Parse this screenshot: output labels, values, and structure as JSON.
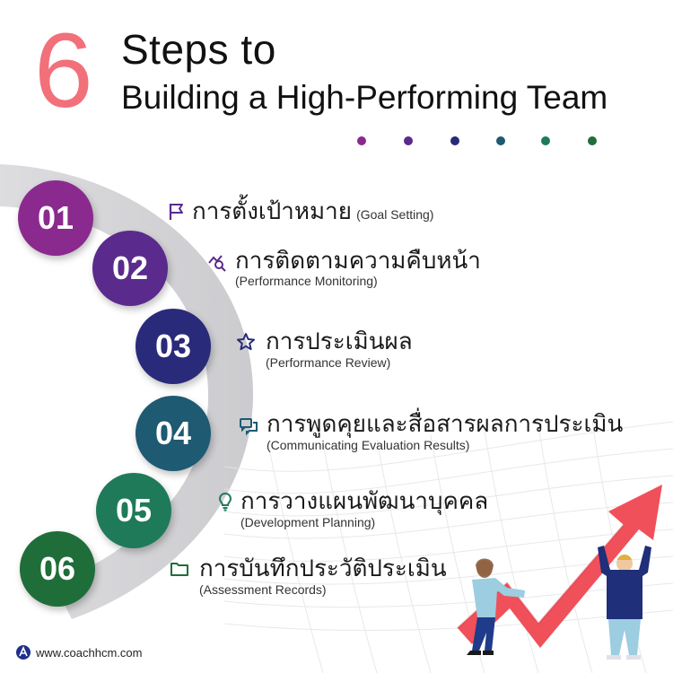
{
  "header": {
    "number": "6",
    "line1": "Steps to",
    "line2": "Building a High-Performing Team"
  },
  "colors": {
    "accent": "#f2707a",
    "step1": "#8a2a8e",
    "step2": "#5a2a8c",
    "step3": "#2a2a7a",
    "step4": "#1e5a72",
    "step5": "#1f7a5a",
    "step6": "#1f6e3a",
    "arrow": "#f0505a"
  },
  "steps": [
    {
      "num": "01",
      "title": "การตั้งเป้าหมาย",
      "subtitle": "(Goal Setting)",
      "icon": "flag-icon"
    },
    {
      "num": "02",
      "title": "การติดตามความคืบหน้า",
      "subtitle": "(Performance Monitoring)",
      "icon": "chart-search-icon"
    },
    {
      "num": "03",
      "title": "การประเมินผล",
      "subtitle": "(Performance Review)",
      "icon": "star-icon"
    },
    {
      "num": "04",
      "title": "การพูดคุยและสื่อสารผลการประเมิน",
      "subtitle": "(Communicating Evaluation Results)",
      "icon": "chat-icon"
    },
    {
      "num": "05",
      "title": "การวางแผนพัฒนาบุคคล",
      "subtitle": "(Development Planning)",
      "icon": "lightbulb-icon"
    },
    {
      "num": "06",
      "title": "การบันทึกประวัติประเมิน",
      "subtitle": "(Assessment Records)",
      "icon": "folder-icon"
    }
  ],
  "footer": {
    "website": "www.coachhcm.com"
  }
}
